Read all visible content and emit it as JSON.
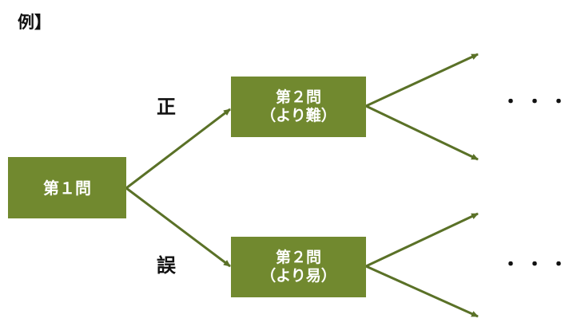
{
  "title": "例】",
  "nodes": {
    "q1": {
      "label": "第１問"
    },
    "q2_hard": {
      "line1": "第２問",
      "line2": "（より難）"
    },
    "q2_easy": {
      "line1": "第２問",
      "line2": "（より易）"
    }
  },
  "edge_labels": {
    "correct": "正",
    "wrong": "誤"
  },
  "continuation": {
    "top": "・・・",
    "bottom": "・・・"
  },
  "colors": {
    "node_fill": "#71892f",
    "arrow": "#5a7127",
    "text_on_node": "#ffffff"
  }
}
